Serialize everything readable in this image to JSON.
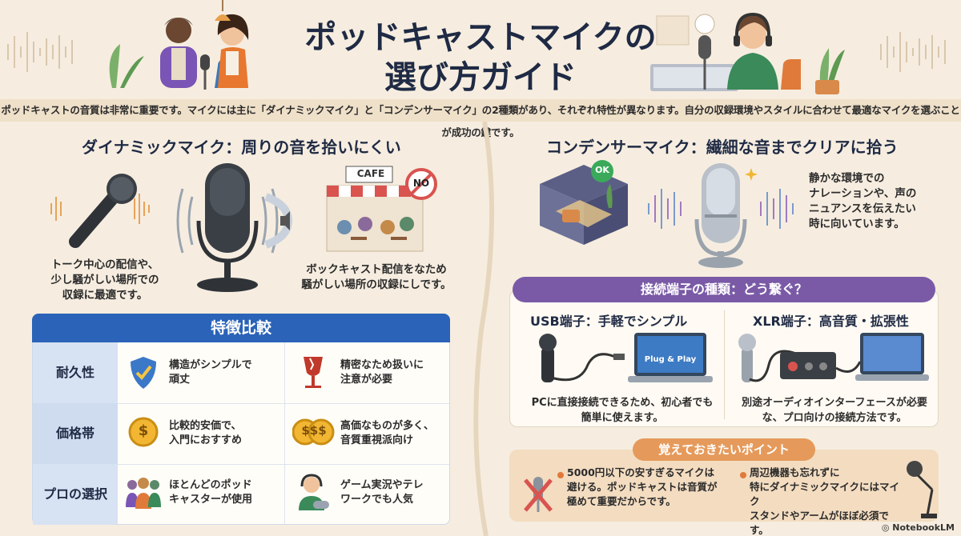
{
  "header": {
    "title_line1": "ポッドキャストマイクの",
    "title_line2": "選び方ガイド"
  },
  "intro": "ポッドキャストの音質は非常に重要です。マイクには主に「ダイナミックマイク」と「コンデンサーマイク」の2種類があり、それぞれ特性が異なります。自分の収録環境やスタイルに合わせて最適なマイクを選ぶことが成功の鍵です。",
  "dynamic": {
    "heading": "ダイナミックマイク：周りの音を拾いにくい",
    "text_left": [
      "トーク中心の配信や、",
      "少し騒がしい場所での",
      "収録に最適です。"
    ],
    "text_right": [
      "ボックキャスト配信をなため",
      "騒がしい場所の収録にしです。"
    ],
    "cafe_sign": "CAFE",
    "no_sign": "NO"
  },
  "condenser": {
    "heading": "コンデンサーマイク：繊細な音までクリアに拾う",
    "ok_badge": "OK",
    "text": [
      "静かな環境での",
      "ナレーションや、声の",
      "ニュアンスを伝えたい",
      "時に向いています。"
    ]
  },
  "comparison": {
    "title": "特徴比較",
    "rows": [
      {
        "label": "耐久性",
        "left": [
          "構造がシンプルで",
          "頑丈"
        ],
        "right": [
          "精密なため扱いに",
          "注意が必要"
        ]
      },
      {
        "label": "価格帯",
        "left": [
          "比較的安価で、",
          "入門におすすめ"
        ],
        "right": [
          "高価なものが多く、",
          "音質重視派向け"
        ]
      },
      {
        "label": "プロの選択",
        "left": [
          "ほとんどのポッド",
          "キャスターが使用"
        ],
        "right": [
          "ゲーム実況やテレ",
          "ワークでも人気"
        ]
      }
    ],
    "dollar_single": "$",
    "dollar_double": "$$$"
  },
  "connectors": {
    "heading": "接続端子の種類：どう繋ぐ？",
    "usb": {
      "title": "USB端子：手軽でシンプル",
      "screen": "Plug & Play",
      "text": [
        "PCに直接接続できるため、初心者でも",
        "簡単に使えます。"
      ]
    },
    "xlr": {
      "title": "XLR端子：高音質・拡張性",
      "text": [
        "別途オーディオインターフェースが必要",
        "な、プロ向けの接続方法です。"
      ]
    }
  },
  "points": {
    "heading": "覚えておきたいポイント",
    "left": [
      "5000円以下の安すぎるマイクは",
      "避ける。ポッドキャストは音質が",
      "極めて重要だからです。"
    ],
    "right": [
      "周辺機器も忘れずに",
      "特にダイナミックマイクにはマイク",
      "スタンドやアームがほぼ必須です。"
    ]
  },
  "footer": {
    "brand": "NotebookLM"
  },
  "colors": {
    "blue": "#2a63b8",
    "purple": "#7a5aa6",
    "orange": "#e59a5b",
    "background": "#f6ede0"
  }
}
